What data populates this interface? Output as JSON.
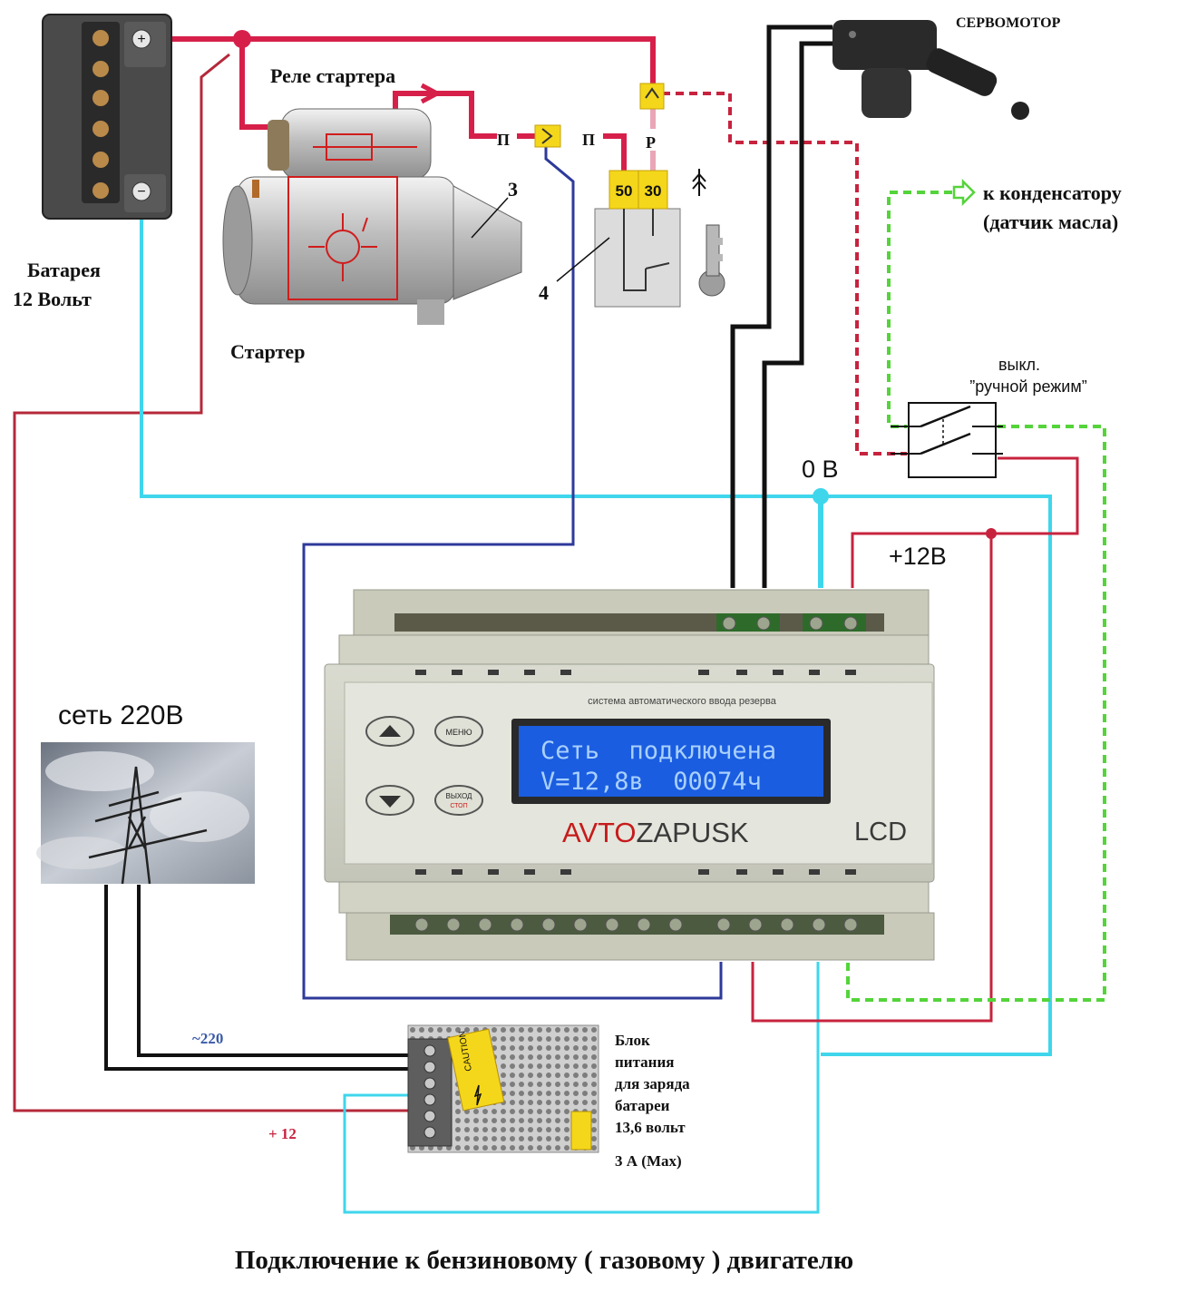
{
  "labels": {
    "servo": "СЕРВОМОТОР",
    "starter_relay": "Реле стартера",
    "capacitor_line1": "к конденсатору",
    "capacitor_line2": "(датчик масла)",
    "battery_line1": "Батарея",
    "battery_line2": "12 Вольт",
    "starter": "Стартер",
    "num3": "3",
    "num4": "4",
    "term_p1": "П",
    "term_p2": "П",
    "term_r": "Р",
    "term50": "50",
    "term30": "30",
    "switch_line1": "выкл.",
    "switch_line2": "”ручной режим”",
    "zero_v": "0 В",
    "plus12v": "+12В",
    "mains": "сеть 220В",
    "ac220": "~220",
    "plus12": "+ 12",
    "psu_line1": "Блок",
    "psu_line2": "питания",
    "psu_line3": "для заряда",
    "psu_line4": "батареи",
    "psu_line5": "13,6 вольт",
    "psu_line6": "3 А (Max)",
    "title": "Подключение к бензиновому ( газовому ) двигателю"
  },
  "device": {
    "caption": "система автоматического ввода резерва",
    "lcd_line1": "Сеть  подключена",
    "lcd_line2": "V=12,8в  00074ч",
    "brand_a": "AVTO",
    "brand_b": "ZAPUSK",
    "model": "LCD",
    "btn_menu": "МЕНЮ",
    "btn_exit": "ВЫХОД",
    "btn_stop": "СТОП"
  },
  "psu_sticker": "CAUTION",
  "colors": {
    "red_wire": "#d6204a",
    "dark_red_wire": "#b5283a",
    "cyan_wire": "#3fd6ec",
    "blue_wire": "#2e3a9a",
    "green_wire": "#54d43a",
    "black_wire": "#111111",
    "lcd_bg": "#1a5de0",
    "lcd_text": "#a9d0ff",
    "brand_red": "#c61b1b",
    "terminal_yellow": "#f4d71a"
  },
  "icons": [
    "battery-icon",
    "starter-motor-icon",
    "servo-motor-icon",
    "ignition-key-icon",
    "antenna-icon",
    "power-line-tower-icon",
    "switch-icon",
    "power-supply-icon",
    "arrow-right-icon"
  ]
}
